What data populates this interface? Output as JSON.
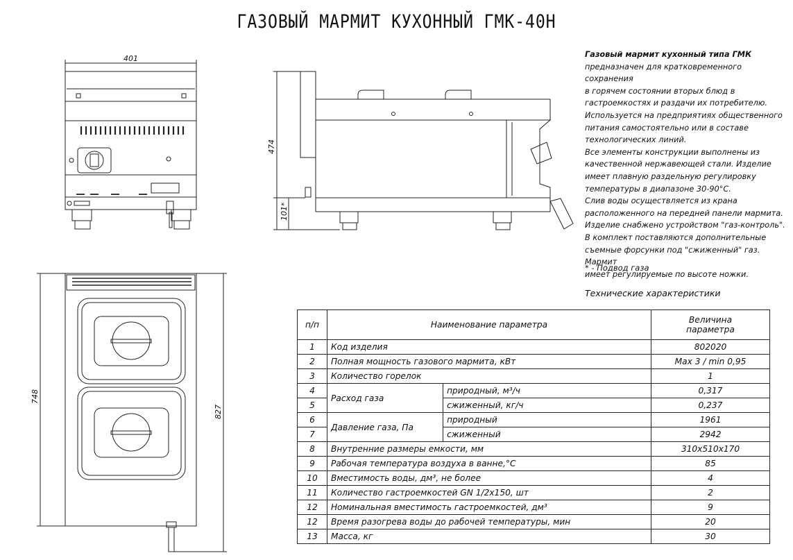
{
  "title": "ГАЗОВЫЙ МАРМИТ КУХОННЫЙ ГМК-40Н",
  "description": {
    "lead": "Газовый мармит кухонный типа ГМК",
    "lines": [
      "предназначен для кратковременного сохранения",
      "в горячем состоянии вторых блюд в",
      "гастроемкостях и раздачи их потребителю.",
      "Используется на предприятиях общественного",
      "питания самостоятельно или в составе",
      "технологических линий.",
      "Все элементы конструкции выполнены из",
      "качественной нержавеющей стали. Изделие",
      "имеет плавную раздельную регулировку",
      "температуры в диапазоне 30-90°С.",
      "Слив воды осуществляется из крана",
      "расположенного на передней панели мармита.",
      "Изделие снабжено устройством \"газ-контроль\".",
      "В комплект поставляются дополнительные",
      "съемные форсунки под \"сжиженный\" газ. Мармит",
      "имеет регулируемые по высоте ножки."
    ]
  },
  "note": "* - Подвод газа",
  "tech_heading": "Технические характеристики",
  "dimensions": {
    "front_width": "401",
    "front_height": "474",
    "leg_height": "101*",
    "top_depth": "748",
    "top_total": "827"
  },
  "table": {
    "headers": {
      "num": "п/п",
      "name": "Наименование параметра",
      "value_l1": "Величина",
      "value_l2": "параметра"
    },
    "rows": [
      {
        "num": "1",
        "name": "Код изделия",
        "value": "802020"
      },
      {
        "num": "2",
        "name": "Полная мощность газового мармита, кВт",
        "value": "Max 3 / min 0,95"
      },
      {
        "num": "3",
        "name": "Количество горелок",
        "value": "1"
      },
      {
        "num": "4",
        "name": "Расход газа",
        "sub": "природный, м³/ч",
        "value": "0,317"
      },
      {
        "num": "5",
        "sub": "сжиженный, кг/ч",
        "value": "0,237"
      },
      {
        "num": "6",
        "name": "Давление газа, Па",
        "sub": "природный",
        "value": "1961"
      },
      {
        "num": "7",
        "sub": "сжиженный",
        "value": "2942"
      },
      {
        "num": "8",
        "name": "Внутренние размеры емкости, мм",
        "value": "310x510x170"
      },
      {
        "num": "9",
        "name": "Рабочая температура воздуха в ванне,°С",
        "value": "85"
      },
      {
        "num": "10",
        "name": "Вместимость воды, дм³, не более",
        "value": "4"
      },
      {
        "num": "11",
        "name": "Количество гастроемкостей GN 1/2x150, шт",
        "value": "2"
      },
      {
        "num": "12",
        "name": "Номинальная вместимость гастроемкостей, дм³",
        "value": "9"
      },
      {
        "num": "12",
        "name": "Время разогрева воды до рабочей температуры, мин",
        "value": "20"
      },
      {
        "num": "13",
        "name": "Масса, кг",
        "value": "30"
      }
    ]
  }
}
